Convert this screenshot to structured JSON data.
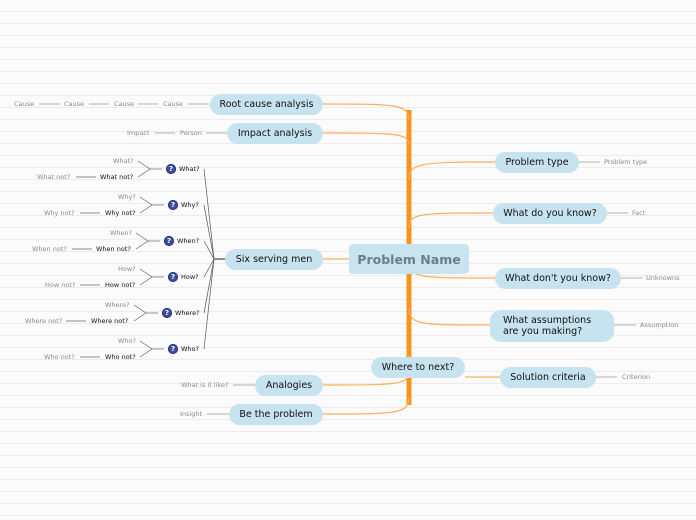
{
  "central": "Problem Name",
  "nodes": {
    "root_cause": "Root cause analysis",
    "impact": "Impact analysis",
    "six_men": "Six serving men",
    "analogies": "Analogies",
    "be_problem": "Be the problem",
    "problem_type": "Problem type",
    "what_know": "What do you know?",
    "what_dont_know": "What don't you know?",
    "assumptions_1": "What assumptions",
    "assumptions_2": "are you making?",
    "where_next": "Where to next?",
    "solution": "Solution criteria"
  },
  "details": {
    "root_cause_chain": [
      "Cause",
      "Cause",
      "Cause",
      "Cause"
    ],
    "impact_chain": [
      "Impact",
      "Person"
    ],
    "analogies_detail": "What is it like?",
    "be_problem_detail": "Insight",
    "problem_type_detail": "Problem type",
    "what_know_detail": "Fact",
    "what_dont_know_detail": "Unknowns",
    "assumptions_detail": "Assumption",
    "solution_detail": "Criterion"
  },
  "six_men_items": [
    {
      "q": "What?",
      "q_muted": "What?",
      "not": "What not?",
      "not_muted": "What not?"
    },
    {
      "q": "Why?",
      "q_muted": "Why?",
      "not": "Why not?",
      "not_muted": "Why not?"
    },
    {
      "q": "When?",
      "q_muted": "When?",
      "not": "When not?",
      "not_muted": "When not?"
    },
    {
      "q": "How?",
      "q_muted": "How?",
      "not": "How not?",
      "not_muted": "How not?"
    },
    {
      "q": "Where?",
      "q_muted": "Where?",
      "not": "Where not?",
      "not_muted": "Where not?"
    },
    {
      "q": "Who?",
      "q_muted": "Who?",
      "not": "Who not?",
      "not_muted": "Who not?"
    }
  ],
  "icon": "question-icon",
  "colors": {
    "trunk": "#f7941d",
    "node": "#c6e3ef"
  }
}
